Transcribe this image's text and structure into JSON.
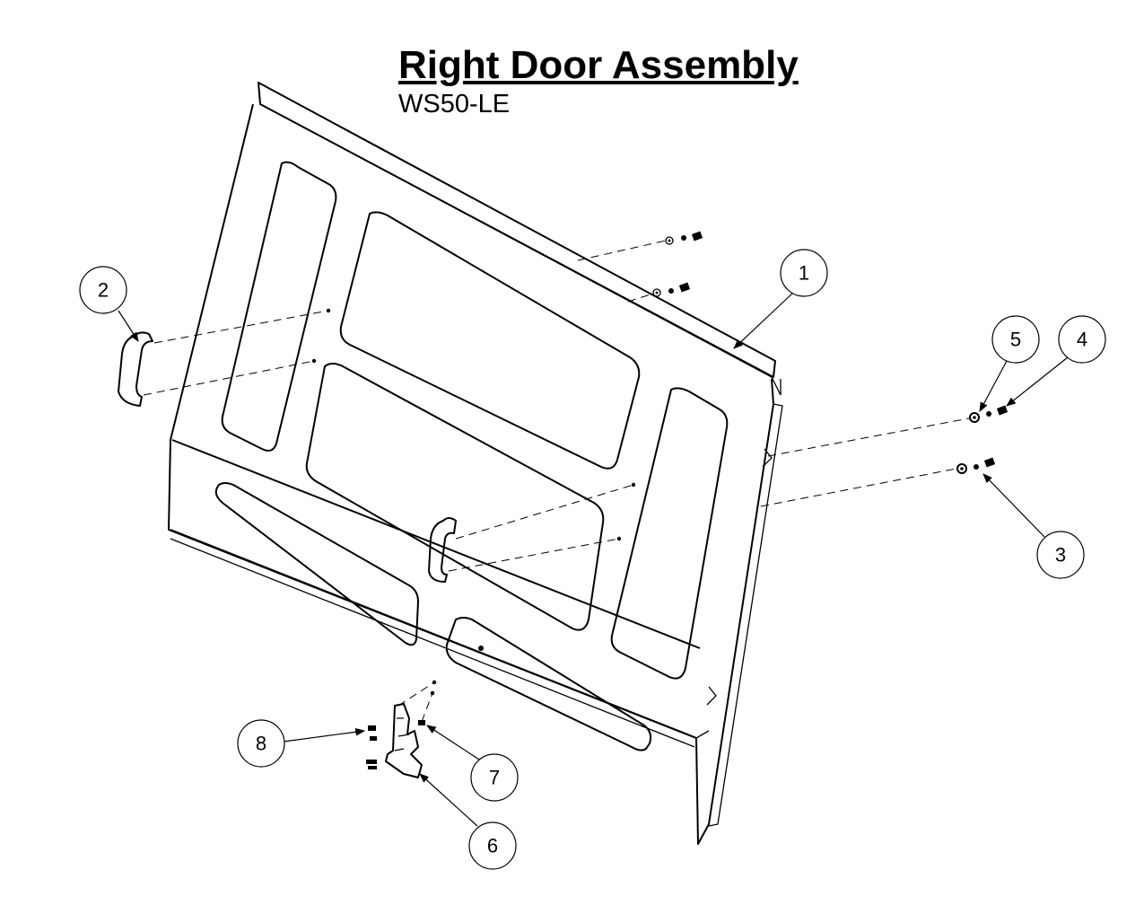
{
  "title": "Right Door Assembly",
  "subtitle": "WS50-LE",
  "callouts": [
    {
      "id": "1",
      "label": "1"
    },
    {
      "id": "2",
      "label": "2"
    },
    {
      "id": "3",
      "label": "3"
    },
    {
      "id": "4",
      "label": "4"
    },
    {
      "id": "5",
      "label": "5"
    },
    {
      "id": "6",
      "label": "6"
    },
    {
      "id": "7",
      "label": "7"
    },
    {
      "id": "8",
      "label": "8"
    }
  ]
}
